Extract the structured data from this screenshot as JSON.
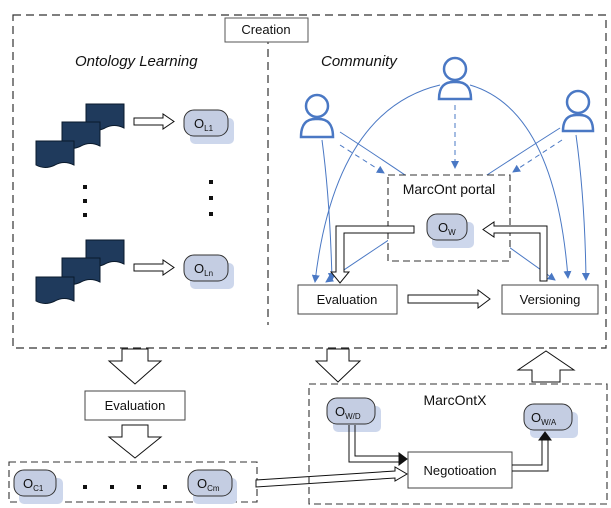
{
  "creation": {
    "label": "Creation"
  },
  "ontology_learning": {
    "title": "Ontology Learning"
  },
  "community": {
    "title": "Community"
  },
  "portal": {
    "title": "MarcOnt portal"
  },
  "nodes": {
    "o_l1": {
      "main": "O",
      "sub": "L1"
    },
    "o_ln": {
      "main": "O",
      "sub": "Ln"
    },
    "o_w": {
      "main": "O",
      "sub": "W"
    },
    "o_wd": {
      "main": "O",
      "sub": "W/D"
    },
    "o_wa": {
      "main": "O",
      "sub": "W/A"
    },
    "o_c1": {
      "main": "O",
      "sub": "C1"
    },
    "o_cm": {
      "main": "O",
      "sub": "Cm"
    }
  },
  "boxes": {
    "evaluation_community": "Evaluation",
    "versioning": "Versioning",
    "evaluation_bottom": "Evaluation",
    "negotiation": "Negotioation"
  },
  "marcontx": {
    "title": "MarcOntX"
  },
  "vertical_dots": ":",
  "horizontal_dots": ". . . ."
}
